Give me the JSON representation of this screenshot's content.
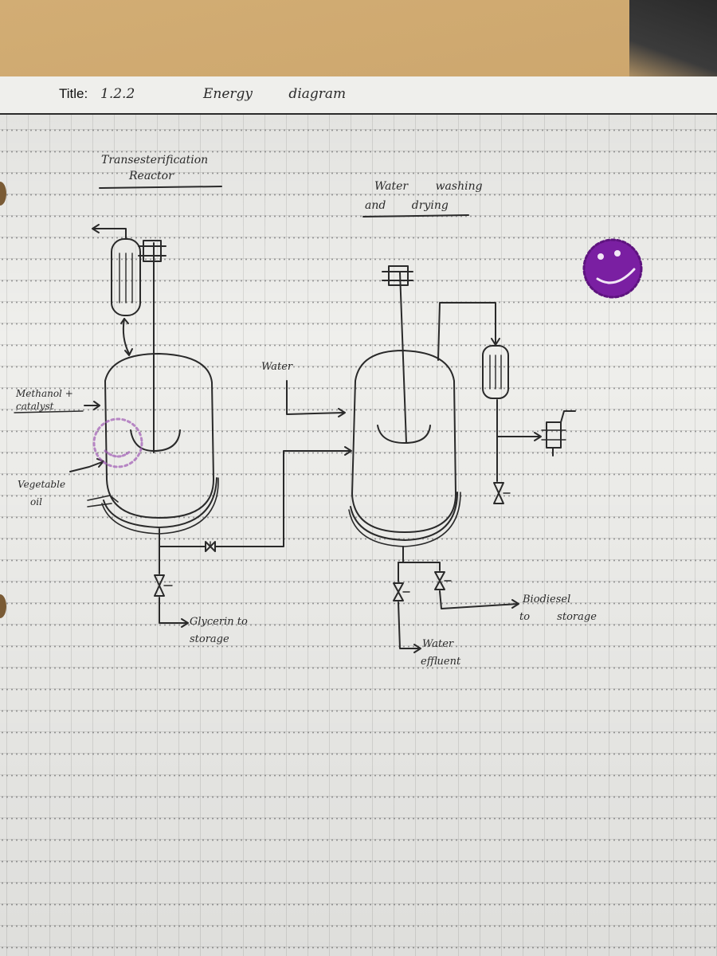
{
  "page": {
    "title_label": "Title:",
    "title_value": "1.2.2",
    "title_text": "Energy diagram"
  },
  "sections": {
    "reactor_heading_line1": "Transesterification",
    "reactor_heading_line2": "Reactor",
    "washing_heading_line1": "Water washing",
    "washing_heading_line2": "and drying"
  },
  "labels": {
    "methanol_line1": "Methanol +",
    "methanol_line2": "catalyst",
    "vegetable_line1": "Vegetable",
    "vegetable_line2": "oil",
    "water_in": "Water",
    "glycerin_line1": "Glycerin to",
    "glycerin_line2": "storage",
    "water_effluent_line1": "Water",
    "water_effluent_line2": "effluent",
    "biodiesel_line1": "Biodiesel",
    "biodiesel_line2": "to storage"
  },
  "colors": {
    "ink": "#2a2a2a",
    "stamp_purple": "#7a1fa2",
    "faded_purple": "#a05ab4"
  },
  "icons": {
    "sticker": "smiley-face-sticker"
  }
}
